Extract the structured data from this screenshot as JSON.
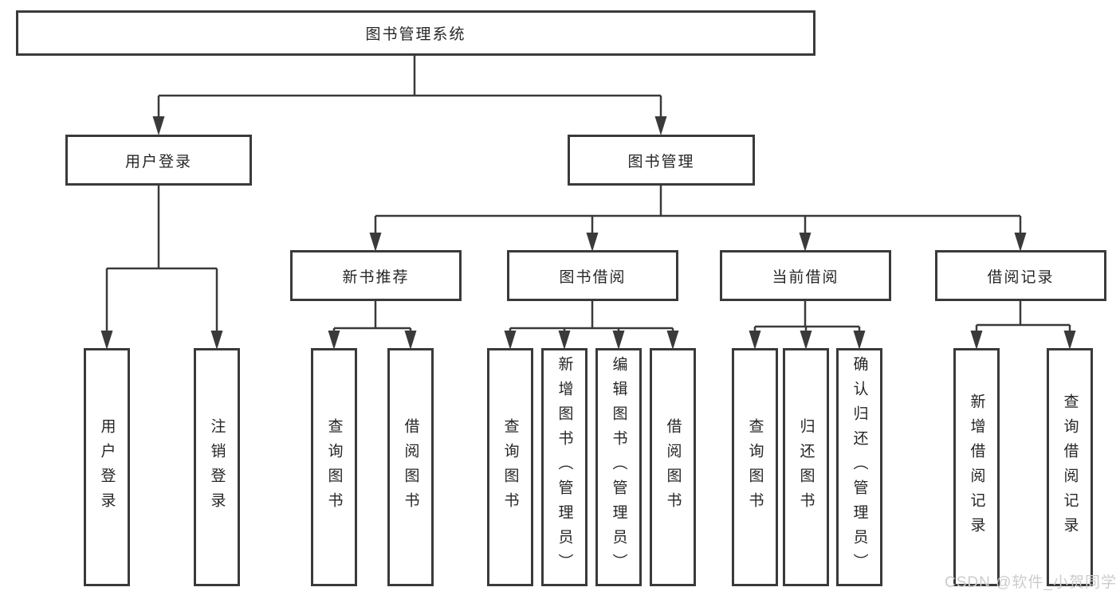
{
  "colors": {
    "line": "#3a3a3a",
    "text": "#262626",
    "box_background": "#ffffff",
    "page_background": "#ffffff",
    "watermark": "#cccccc"
  },
  "watermark": {
    "text": "CSDN @软件_小贺同学"
  },
  "diagram": {
    "root": {
      "label": "图书管理系统"
    },
    "branches": {
      "user_login": {
        "label": "用户登录",
        "children": [
          "用户登录",
          "注销登录"
        ]
      },
      "book_management": {
        "label": "图书管理",
        "modules": {
          "new_book_recommendation": {
            "label": "新书推荐",
            "children": [
              "查询图书",
              "借阅图书"
            ]
          },
          "book_borrowing": {
            "label": "图书借阅",
            "children": [
              "查询图书",
              "新增图书（管理员）",
              "编辑图书（管理员）",
              "借阅图书"
            ]
          },
          "current_borrowing": {
            "label": "当前借阅",
            "children": [
              "查询图书",
              "归还图书",
              "确认归还（管理员）"
            ]
          },
          "borrowing_records": {
            "label": "借阅记录",
            "children": [
              "新增借阅记录",
              "查询借阅记录"
            ]
          }
        }
      }
    }
  }
}
